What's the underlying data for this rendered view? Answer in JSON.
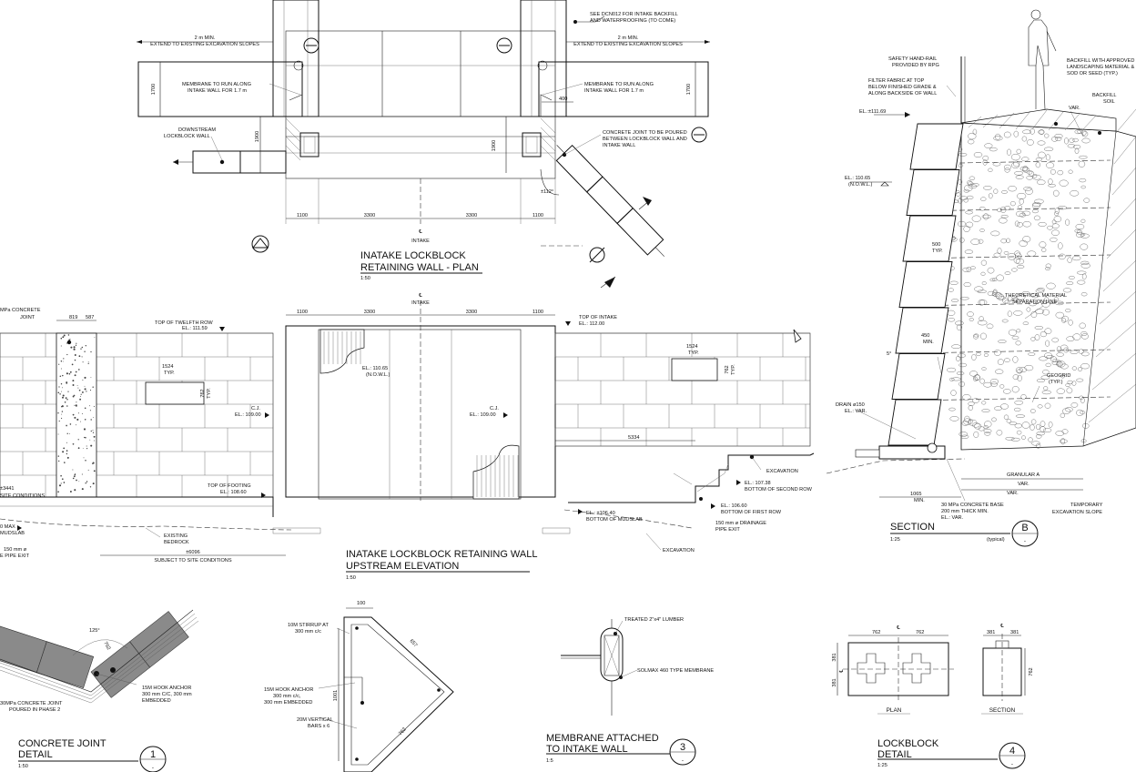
{
  "plan": {
    "title_1": "INATAKE LOCKBLOCK",
    "title_2": "RETAINING WALL - PLAN",
    "scale": "1:50",
    "note_backfill": [
      "SEE DCN012 FOR INTAKE BACKFILL",
      "AND WATERPROOFING (TO COME)"
    ],
    "min_left": [
      "2 m MIN.",
      "EXTEND TO EXISTING EXCAVATION SLOPES"
    ],
    "min_right": [
      "2 m MIN.",
      "EXTEND TO EXISTING EXCAVATION SLOPES"
    ],
    "membrane_left": [
      "MEMBRANE TO RUN ALONG",
      "INTAKE WALL FOR 1.7 m"
    ],
    "membrane_right": [
      "MEMBRANE TO RUN ALONG",
      "INTAKE WALL FOR 1.7 m"
    ],
    "downstream": [
      "DOWNSTREAM",
      "LOCKBLOCK WALL"
    ],
    "concrete_joint": [
      "CONCRETE JOINT TO BE POURED",
      "BETWEEN LOCKBLOCK WALL AND",
      "INTAKE WALL"
    ],
    "dims": {
      "d1700a": "1700",
      "d1700b": "1700",
      "d1900a": "1900",
      "d1900b": "1900",
      "d400": "400",
      "b1100a": "1100",
      "b3300a": "3300",
      "b3300b": "3300",
      "b1100b": "1100",
      "angle": "±112°"
    },
    "intake_cl": [
      "℄",
      "INTAKE"
    ]
  },
  "elev": {
    "title_1": "INATAKE LOCKBLOCK RETAINING WALL",
    "title_2": "UPSTREAM ELEVATION",
    "scale": "1:50",
    "intake_cl": [
      "℄",
      "INTAKE"
    ],
    "concrete_joint": [
      "MPa CONCRETE",
      "JOINT"
    ],
    "top_twelfth": [
      "TOP OF TWELFTH ROW",
      "EL.: 111.59"
    ],
    "top_intake": [
      "TOP OF INTAKE",
      "EL.: 112.00"
    ],
    "nowl": [
      "EL.: 110.65",
      "(N.O.W.L.)"
    ],
    "cj_left": [
      "C.J.",
      "EL.: 109.00"
    ],
    "cj_right": [
      "C.J.",
      "EL.: 109.00"
    ],
    "top_footing": [
      "TOP OF FOOTING",
      "EL.: 108.60"
    ],
    "site_cond": [
      "±3441",
      "SITE CONDITIONS"
    ],
    "max_mudslab": [
      "0 MAX",
      "MUDSLAB"
    ],
    "pipe_exit_left": [
      "150 mm ø",
      "E PIPE EXIT"
    ],
    "existing_bedrock": [
      "EXISTING",
      "BEDROCK"
    ],
    "subject": [
      "±6096",
      "SUBJECT TO SITE CONDITIONS"
    ],
    "bottom_mudslab": [
      "EL.: ±106.40",
      "BOTTOM OF MUDSLAB"
    ],
    "drainage": [
      "150 mm ø DRAINAGE",
      "PIPE EXIT"
    ],
    "first_row": [
      "EL.: 106.60",
      "BOTTOM OF FIRST ROW"
    ],
    "second_row": [
      "EL.: 107.38",
      "BOTTOM OF SECOND ROW"
    ],
    "excavation_1": "EXCAVATION",
    "excavation_2": "EXCAVATION",
    "block_left": [
      "1524",
      "TYP."
    ],
    "block_left_h": [
      "762",
      "TYP."
    ],
    "block_right": [
      "1524",
      "TYP."
    ],
    "block_right_h": [
      "762",
      "TYP."
    ],
    "dims": {
      "d819": "819",
      "d587": "587",
      "e1100a": "1100",
      "e3300a": "3300",
      "e3300b": "3300",
      "e1100b": "1100",
      "d5334": "5334"
    }
  },
  "section": {
    "title": "SECTION",
    "scale": "1:25",
    "typical": "(typical)",
    "bubble": "B",
    "bubble_sub": "-",
    "handrail": [
      "SAFETY HAND-RAIL",
      "PROVIDED BY RPG"
    ],
    "filter": [
      "FILTER FABRIC AT TOP",
      "BELOW FINISHED GRADE &",
      "ALONG BACKSIDE OF WALL"
    ],
    "backfill_approved": [
      "BACKFILL WITH APPROVED",
      "LANDSCAPING MATERIAL &",
      "SOD OR SEED (TYP.)"
    ],
    "backfill_soil": [
      "BACKFILL",
      "SOIL"
    ],
    "var_top": "VAR.",
    "el_top": "EL.:±111.69",
    "nowl": [
      "EL.: 110.65",
      "(N.O.W.L.)"
    ],
    "d500": [
      "500",
      "TYP."
    ],
    "theoretical": [
      "THEORETICAL MATERIAL",
      "SEPARATION LINE"
    ],
    "d450": [
      "450",
      "MIN."
    ],
    "geogrid": [
      "GEOGRID",
      "(TYP.)"
    ],
    "angle": "5°",
    "drain": [
      "DRAIN ø150",
      "EL.: VAR."
    ],
    "granular": "GRANULAR A",
    "var_1": "VAR.",
    "var_2": "VAR.",
    "d1065": [
      "1065",
      "MIN."
    ],
    "base": [
      "30 MPa CONCRETE BASE",
      "200 mm THICK MIN.",
      "EL.: VAR."
    ],
    "temp_slope": [
      "TEMPORARY",
      "EXCAVATION SLOPE"
    ]
  },
  "detail1": {
    "title_1": "CONCRETE JOINT",
    "title_2": "DETAIL",
    "scale": "1:50",
    "num": "1",
    "sub": "-",
    "angle": "125°",
    "d762": "762",
    "hook": [
      "15M HOOK ANCHOR",
      "300 mm C/C, 300 mm",
      "EMBEDDED"
    ],
    "joint": [
      "30MPa CONCRETE JOINT",
      "POURED IN PHASE 2"
    ]
  },
  "detail2": {
    "stirrup": [
      "10M STIRRUP AT",
      "300 mm c/c"
    ],
    "hook": [
      "15M HOOK ANCHOR",
      "300 mm c/c,",
      "300 mm EMBEDDED"
    ],
    "vertical": [
      "20M VERTICAL",
      "BARS x 6"
    ],
    "d100": "100",
    "d657": "657",
    "d1001": "1001",
    "d762": "762"
  },
  "detail3": {
    "title_1": "MEMBRANE ATTACHED",
    "title_2": "TO INTAKE WALL",
    "scale": "1:5",
    "num": "3",
    "sub": "-",
    "lumber": "TREATED 2\"x4\" LUMBER",
    "membrane": "SOLMAX 460 TYPE MEMBRANE"
  },
  "detail4": {
    "title_1": "LOCKBLOCK",
    "title_2": "DETAIL",
    "scale": "1:25",
    "num": "4",
    "sub": "-",
    "plan": "PLAN",
    "section": "SECTION",
    "d762a": "762",
    "d762b": "762",
    "d381a": "381",
    "d381b": "381",
    "d381c": "381",
    "d381d": "381",
    "d762c": "762",
    "cl_a": "℄",
    "cl_b": "℄",
    "cl_c": "℄"
  }
}
